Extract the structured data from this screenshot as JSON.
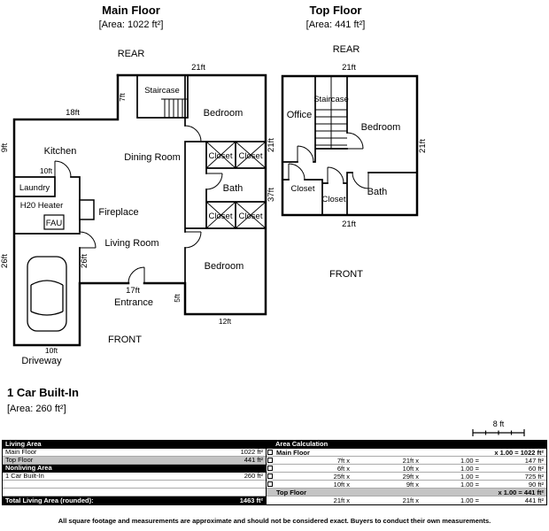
{
  "colors": {
    "wall": "#000000",
    "table_header_bg": "#000000",
    "table_header_text": "#ffffff",
    "shaded_row": "#c4c4c4"
  },
  "main_floor": {
    "title": "Main Floor",
    "area": "[Area: 1022 ft²]",
    "rear_label": "REAR",
    "front_label": "FRONT",
    "rooms": {
      "staircase": "Staircase",
      "bedroom_top": "Bedroom",
      "dining_room": "Dining Room",
      "kitchen": "Kitchen",
      "closet_tl": "Closet",
      "closet_tr": "Closet",
      "bath": "Bath",
      "closet_bl": "Closet",
      "closet_br": "Closet",
      "living_room": "Living Room",
      "bedroom_bottom": "Bedroom",
      "laundry": "Laundry",
      "h2o_heater": "H20 Heater",
      "fireplace": "Fireplace",
      "fau": "FAU",
      "entrance": "Entrance",
      "driveway": "Driveway"
    },
    "dims": {
      "top": "21ft",
      "kitchen_top": "18ft",
      "kitchen_left": "9ft",
      "kitchen_bottom": "10ft",
      "stair_left": "7ft",
      "garage_left": "26ft",
      "garage_right": "26ft",
      "right": "37ft",
      "living_bottom": "17ft",
      "bedroom_left": "5ft",
      "bedroom_bottom": "12ft",
      "driveway_bottom": "10ft"
    }
  },
  "top_floor": {
    "title": "Top Floor",
    "area": "[Area: 441 ft²]",
    "rear_label": "REAR",
    "front_label": "FRONT",
    "rooms": {
      "staircase": "Staircase",
      "office": "Office",
      "bedroom": "Bedroom",
      "closet_left": "Closet",
      "closet_right": "Closet",
      "bath": "Bath"
    },
    "dims": {
      "top": "21ft",
      "left": "21ft",
      "right": "21ft",
      "bottom": "21ft"
    }
  },
  "garage_section": {
    "title": "1 Car Built-In",
    "area": "[Area: 260 ft²]"
  },
  "scale_bar": {
    "label": "8 ft"
  },
  "table": {
    "living_header": "Living Area",
    "calc_header": "Area Calculation",
    "left_rows": [
      {
        "label": "Main Floor",
        "value": "1022 ft²"
      },
      {
        "label": "Top Floor",
        "value": "441 ft²"
      },
      {
        "label": "Nonliving Area",
        "value": ""
      },
      {
        "label": "1 Car Built-In",
        "value": "260 ft²"
      }
    ],
    "total_label": "Total Living Area (rounded):",
    "total_value": "1463 ft²",
    "calc_rows": [
      {
        "c1": "Main Floor",
        "c2": "",
        "c3": "",
        "c4": "x 1.00 = 1022 ft²"
      },
      {
        "c1": "7ft x",
        "c2": "21ft x",
        "c3": "1.00 =",
        "c4": "147 ft²"
      },
      {
        "c1": "6ft x",
        "c2": "10ft x",
        "c3": "1.00 =",
        "c4": "60 ft²"
      },
      {
        "c1": "25ft x",
        "c2": "29ft x",
        "c3": "1.00 =",
        "c4": "725 ft²"
      },
      {
        "c1": "10ft x",
        "c2": "9ft x",
        "c3": "1.00 =",
        "c4": "90 ft²"
      },
      {
        "c1": "Top Floor",
        "c2": "",
        "c3": "",
        "c4": "x 1.00 = 441 ft²"
      },
      {
        "c1": "21ft x",
        "c2": "21ft x",
        "c3": "1.00 =",
        "c4": "441 ft²"
      }
    ]
  },
  "footer": "All square footage and measurements are approximate and should not be considered exact. Buyers to conduct their own measurements."
}
